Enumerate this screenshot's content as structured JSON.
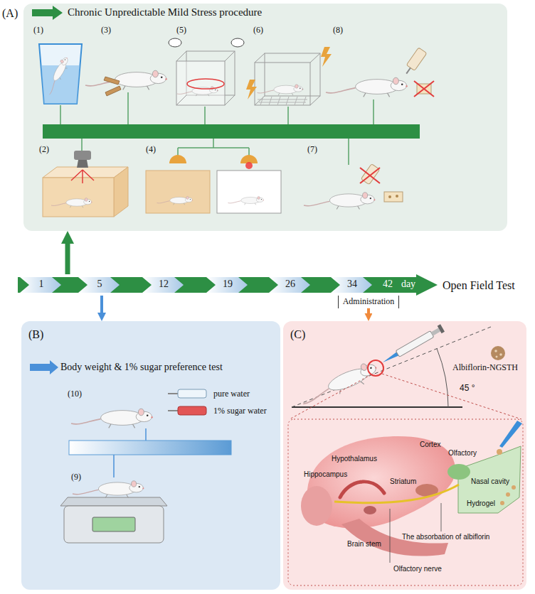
{
  "diagram": {
    "nodes": [
      {
        "text": [
          "(A)",
          "Chronic Unpredictable Mild Stress procedure"
        ]
      },
      {
        "text": [
          "1",
          "5",
          "12",
          "19",
          "26",
          "34",
          "42",
          "day"
        ]
      },
      {
        "text": [
          "Administration"
        ]
      },
      {
        "text": [
          "(B)",
          "Body weight & 1% sugar preference test"
        ]
      },
      {
        "text": [
          "(C)"
        ]
      }
    ],
    "edges": [
      {
        "from": 1,
        "to": 0,
        "arrow": "to"
      },
      {
        "from": 1,
        "to": 3,
        "arrow": "to"
      },
      {
        "from": 2,
        "to": 4,
        "arrow": "to"
      }
    ],
    "labels": [
      "(1)",
      "(3)",
      "(5)",
      "(6)",
      "(8)",
      "(2)",
      "(4)",
      "(7)",
      "Open Field Test",
      "(10)",
      "pure water",
      "1% sugar water",
      "(9)",
      "Albiflorin-NGSTH",
      "45 °",
      "Hypothalamus",
      "Cortex",
      "Olfactory",
      "Hippocampus",
      "Striatum",
      "Nasal cavity",
      "Hydrogel",
      "The absorbation of albiflorin",
      "Brain stem",
      "Olfactory nerve"
    ]
  }
}
